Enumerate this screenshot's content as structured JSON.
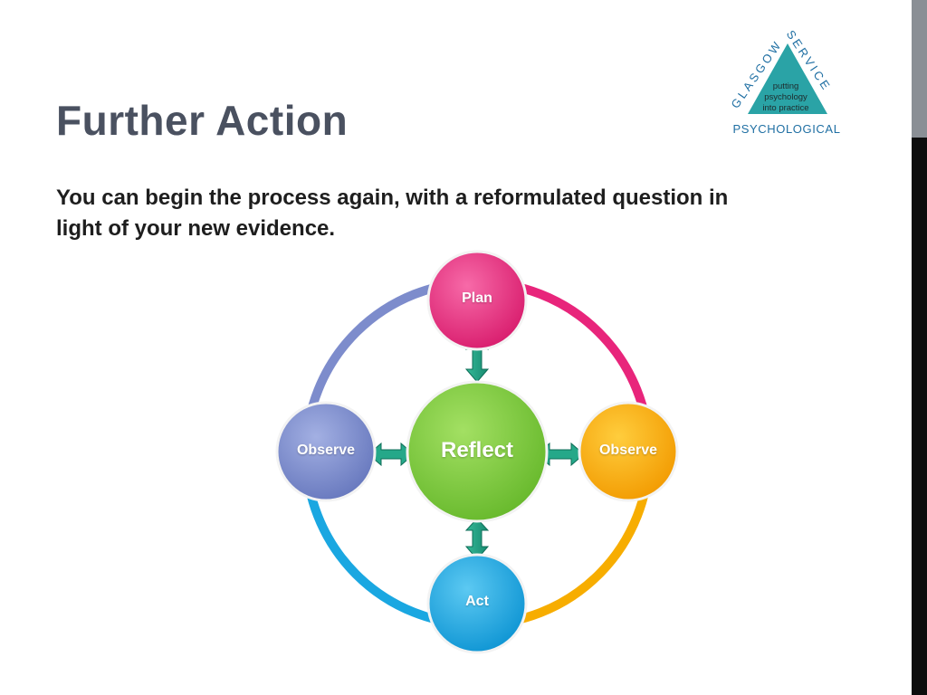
{
  "slide": {
    "title": "Further Action",
    "body": "You can begin the process again, with a reformulated question in light of your new evidence."
  },
  "logo": {
    "arc_text": "GLASGOW SERVICE",
    "inner_lines": [
      "putting",
      "psychology",
      "into practice"
    ],
    "word": "PSYCHOLOGICAL"
  },
  "diagram": {
    "center": "Reflect",
    "top": "Plan",
    "left": "Observe",
    "right": "Observe",
    "bottom": "Act"
  },
  "colors": {
    "title": "#4a5160",
    "plan": "#e8257b",
    "observe_left": "#7d8ccc",
    "observe_right": "#f7ad00",
    "act": "#1aa7e1",
    "reflect": "#7cc93e",
    "arrow": "#1f9e82",
    "logo_teal": "#2aa3a6",
    "logo_text": "#1f6fa3"
  }
}
